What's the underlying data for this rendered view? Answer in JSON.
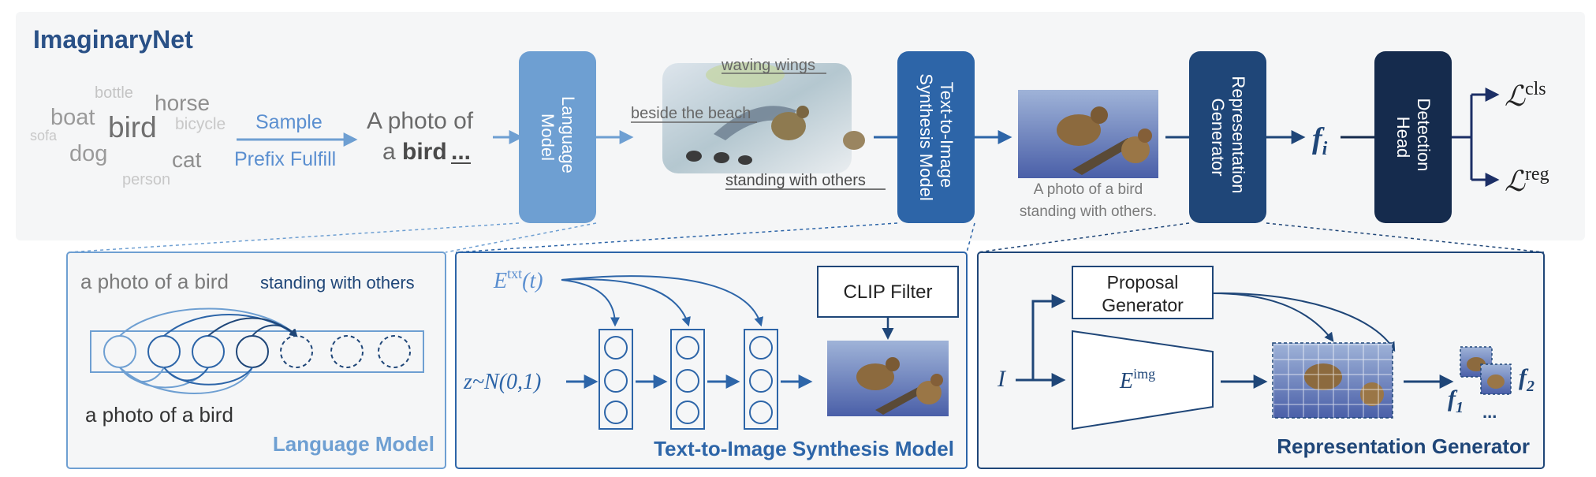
{
  "title": "ImaginaryNet",
  "word_cloud": [
    "bottle",
    "boat",
    "horse",
    "sofa",
    "bird",
    "bicycle",
    "dog",
    "cat",
    "person"
  ],
  "arrow_labels": {
    "sample": "Sample",
    "prefix_fulfill": "Prefix Fulfill"
  },
  "prompt": {
    "line1": "A photo of",
    "line2_plain": "a",
    "line2_bold": "bird",
    "line2_ellipsis": "..."
  },
  "blocks": {
    "language_model": [
      "Language",
      "Model"
    ],
    "t2i": [
      "Text-to-Image",
      "Synthesis Model"
    ],
    "rep_gen": [
      "Representation",
      "Generator"
    ],
    "det_head": [
      "Detection",
      "Head"
    ]
  },
  "phrases": {
    "waving": "waving wings",
    "beach": "beside the beach",
    "standing": "standing with others"
  },
  "caption": [
    "A photo of a bird",
    "standing with others."
  ],
  "feature": {
    "f": "f",
    "sub": "i"
  },
  "losses": {
    "cls_sym": "ℒ",
    "cls_sup": "cls",
    "reg_sym": "ℒ",
    "reg_sup": "reg"
  },
  "lm_panel": {
    "top_text": "a  photo of a bird",
    "top_bold": "standing with others",
    "bottom_text": "a  photo of a bird",
    "label": "Language Model"
  },
  "t2i_panel": {
    "etxt": "E",
    "etxt_sup": "txt",
    "etxt_arg": "(t)",
    "z": "z~N(0,1)",
    "clip": "CLIP Filter",
    "label": "Text-to-Image Synthesis Model"
  },
  "rg_panel": {
    "input": "I",
    "proposal": [
      "Proposal",
      "Generator"
    ],
    "eimg": "E",
    "eimg_sup": "img",
    "f1": "f",
    "f1_sub": "1",
    "f2": "f",
    "f2_sub": "2",
    "dots": "...",
    "label": "Representation Generator"
  },
  "colors": {
    "light_blue": "#6e9fd2",
    "mid_blue": "#2d65a8",
    "dark_blue": "#1f4678",
    "navy": "#152b4d",
    "title": "#2a5187"
  }
}
